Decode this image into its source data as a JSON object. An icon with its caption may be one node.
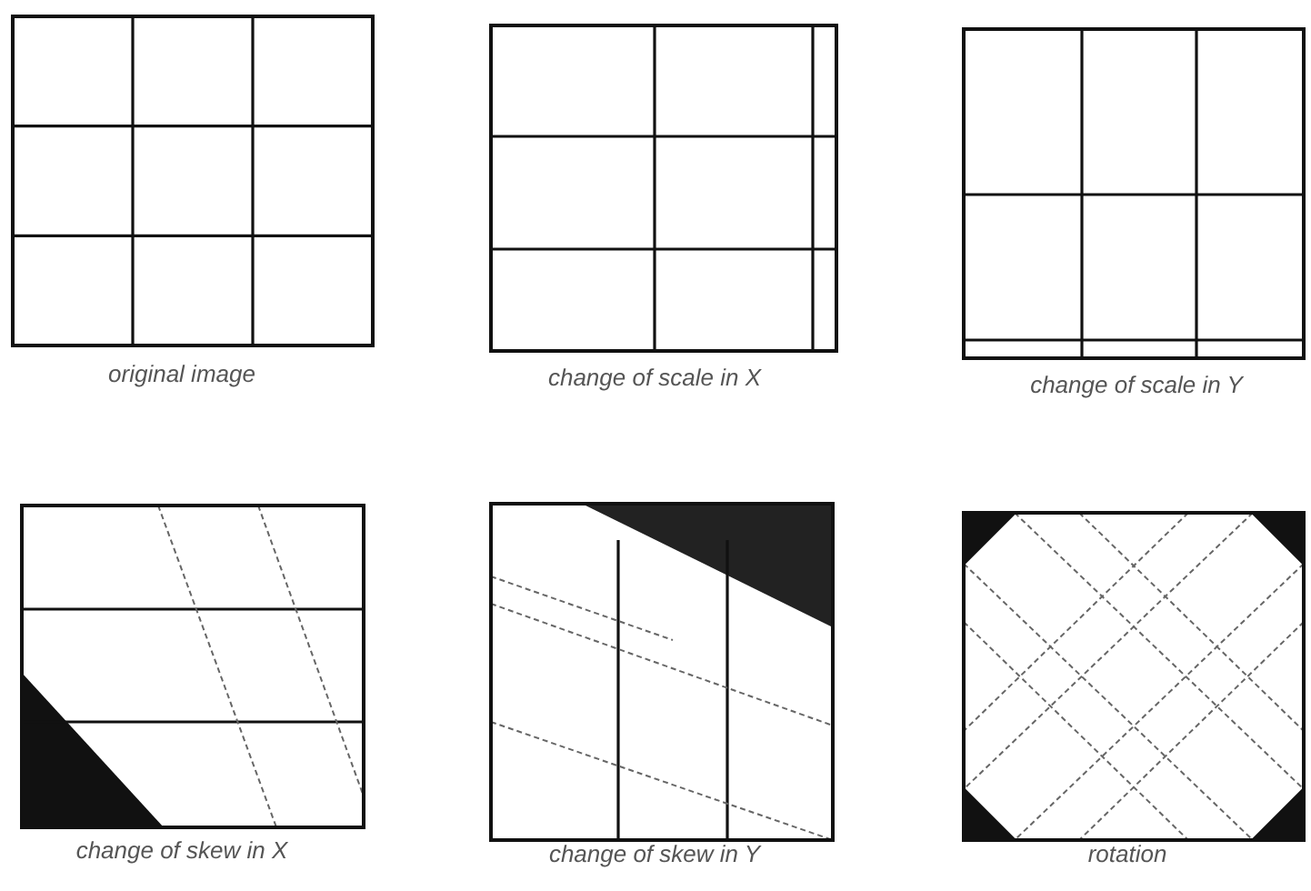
{
  "diagram": {
    "labels": [
      "original image",
      "change of scale in X",
      "change of scale in Y",
      "change of skew in X",
      "change of skew in Y",
      "rotation"
    ]
  }
}
